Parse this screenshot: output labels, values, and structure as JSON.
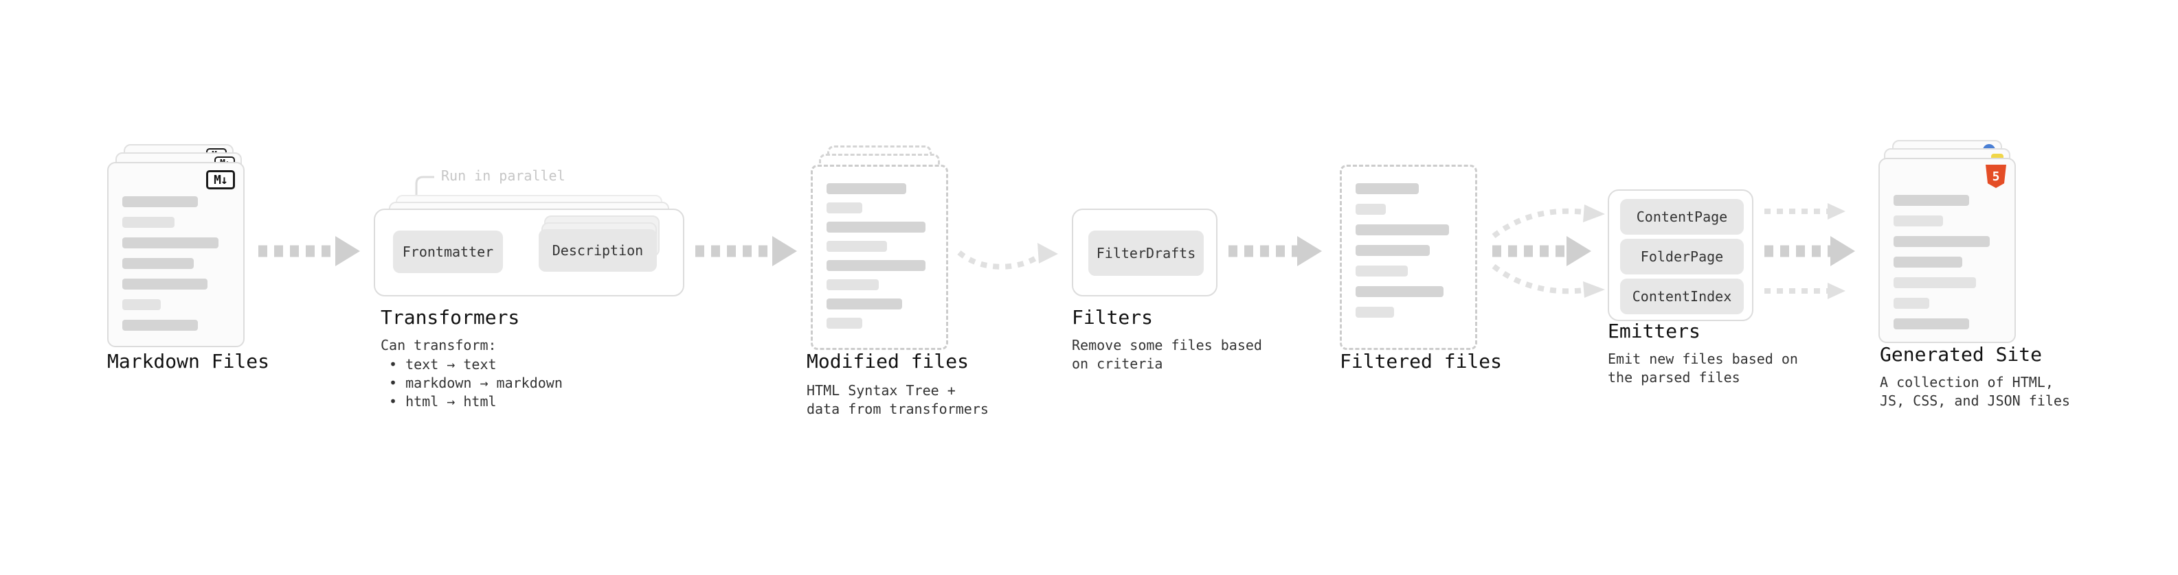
{
  "nodes": {
    "markdown_files": {
      "label": "Markdown Files",
      "badge": "M↓"
    },
    "transformers": {
      "label": "Transformers",
      "callout": "Run in parallel",
      "buttons": [
        "Frontmatter",
        "Description"
      ],
      "desc_title": "Can transform:",
      "bullets": [
        "• text → text",
        "• markdown → markdown",
        "• html → html"
      ]
    },
    "modified_files": {
      "label": "Modified files",
      "desc": [
        "HTML Syntax Tree +",
        "data from transformers"
      ]
    },
    "filters": {
      "label": "Filters",
      "button": "FilterDrafts",
      "desc": [
        "Remove some files based",
        "on criteria"
      ]
    },
    "filtered_files": {
      "label": "Filtered files"
    },
    "emitters": {
      "label": "Emitters",
      "buttons": [
        "ContentPage",
        "FolderPage",
        "ContentIndex"
      ],
      "desc": [
        "Emit new files based on",
        "the parsed files"
      ]
    },
    "generated_site": {
      "label": "Generated Site",
      "badge": "5",
      "desc": [
        "A collection of HTML,",
        "JS, CSS, and JSON files"
      ]
    }
  },
  "colors": {
    "arrow_bold": "#cfcfcf",
    "arrow_light": "#e0e0e0",
    "card_border": "#dcdcdc",
    "card_bg": "#fbfbfb",
    "bar_dark": "#d4d4d4",
    "bar_light": "#e3e3e3",
    "button_bg": "#e7e7e7",
    "html5_orange": "#e44d26",
    "js_yellow": "#f0d648",
    "json_blue": "#4a7fd4"
  }
}
